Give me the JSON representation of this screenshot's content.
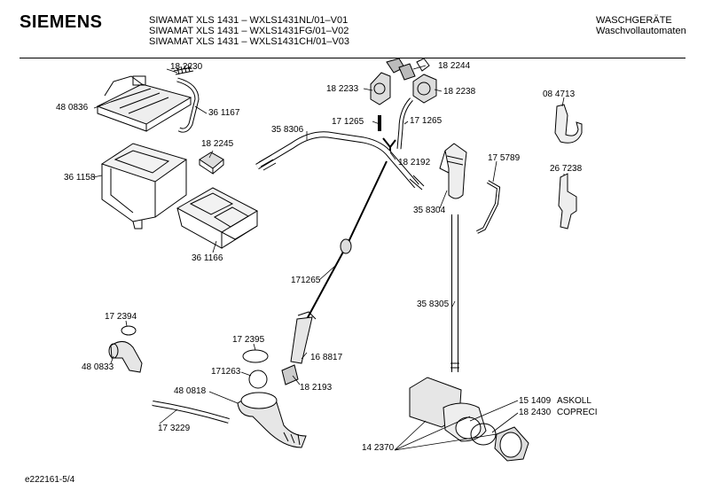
{
  "header": {
    "brand": "SIEMENS",
    "models": [
      "SIWAMAT XLS 1431 – WXLS1431NL/01–V01",
      "SIWAMAT XLS 1431 – WXLS1431FG/01–V02",
      "SIWAMAT XLS 1431 – WXLS1431CH/01–V03"
    ],
    "category": [
      "WASCHGERÄTE",
      "Waschvollautomaten"
    ]
  },
  "parts": [
    "18 2230",
    "48 0836",
    "36 1167",
    "18 2245",
    "36 1158",
    "36 1166",
    "18 2233",
    "18 2244",
    "18 2238",
    "17 1265",
    "17 1265",
    "35 8306",
    "18 2192",
    "35 8304",
    "17 5789",
    "08 4713",
    "26 7238",
    "171265",
    "35 8305",
    "17 2394",
    "48 0833",
    "17 2395",
    "16 8817",
    "171263",
    "48 0818",
    "18 2193",
    "17 3229",
    "15 1409",
    "ASKOLL",
    "18 2430",
    "COPRECI",
    "14 2370"
  ],
  "footer": "e222161-5/4"
}
